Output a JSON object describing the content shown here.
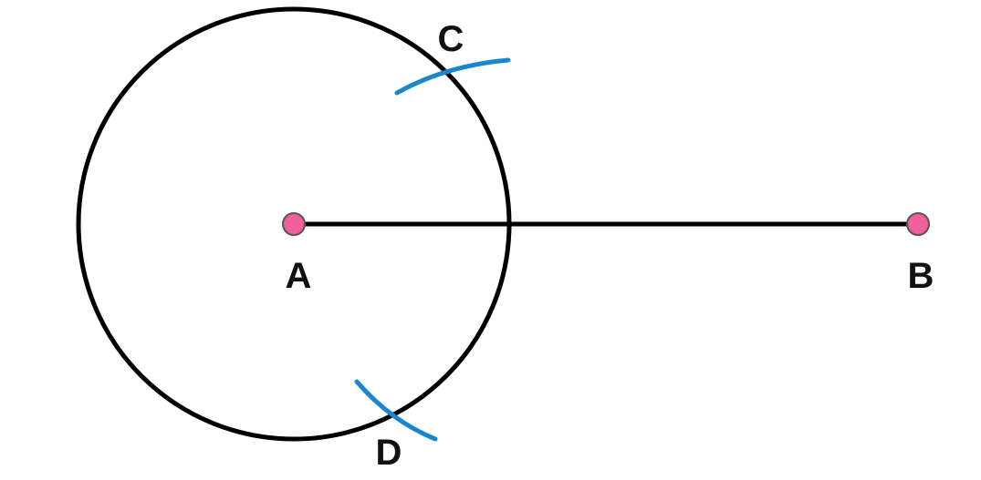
{
  "diagram": {
    "labels": {
      "a": "A",
      "b": "B",
      "c": "C",
      "d": "D"
    }
  },
  "colors": {
    "line": "#000000",
    "arc": "#1a86d0",
    "point_fill": "#f0609a",
    "point_stroke": "#555555"
  }
}
